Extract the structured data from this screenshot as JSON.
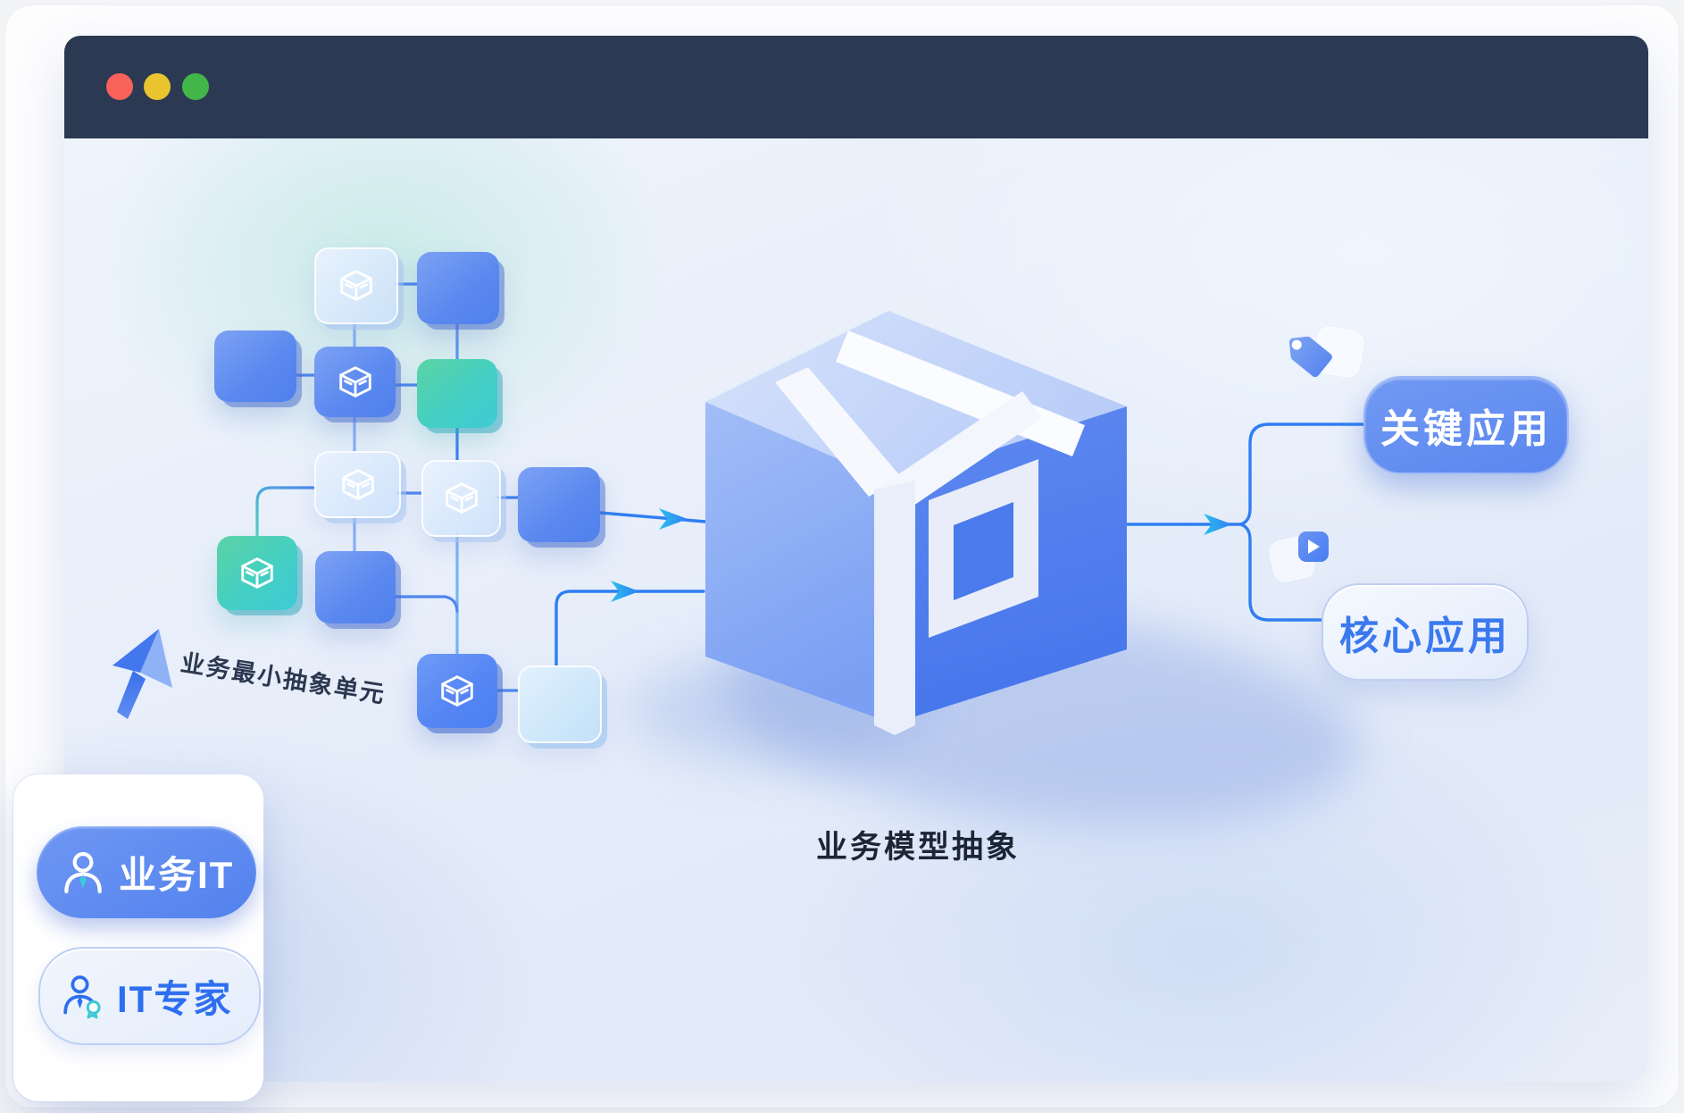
{
  "window": {
    "traffic_lights": [
      {
        "name": "close",
        "color": "#f9625a"
      },
      {
        "name": "minimize",
        "color": "#e9c42f"
      },
      {
        "name": "maximize",
        "color": "#43b649"
      }
    ],
    "header_color": "#2b3a52"
  },
  "diagram": {
    "unit_label": "业务最小抽象单元",
    "cube_caption": "业务模型抽象",
    "outputs": [
      {
        "label": "关键应用",
        "icon": "tags-icon",
        "style": "solid-blue"
      },
      {
        "label": "核心应用",
        "icon": "media-play-icon",
        "style": "glass"
      }
    ],
    "unit_node_icon": "cube-outline-icon",
    "node_variants": [
      "glass-blue",
      "solid-blue",
      "teal-gradient"
    ]
  },
  "legend_card": {
    "buttons": [
      {
        "label": "业务IT",
        "icon": "person-icon",
        "style": "solid-blue"
      },
      {
        "label": "IT专家",
        "icon": "person-expert-icon",
        "style": "glass"
      }
    ]
  },
  "colors": {
    "accent_blue": "#2f7ef2",
    "arrow_cyan": "#2bb9ef",
    "teal": "#3ecbd6",
    "cube_top": "#c9dafa",
    "cube_left": "#89acf5",
    "cube_right": "#4f7ded",
    "canvas_tint": "#e8eefa"
  }
}
